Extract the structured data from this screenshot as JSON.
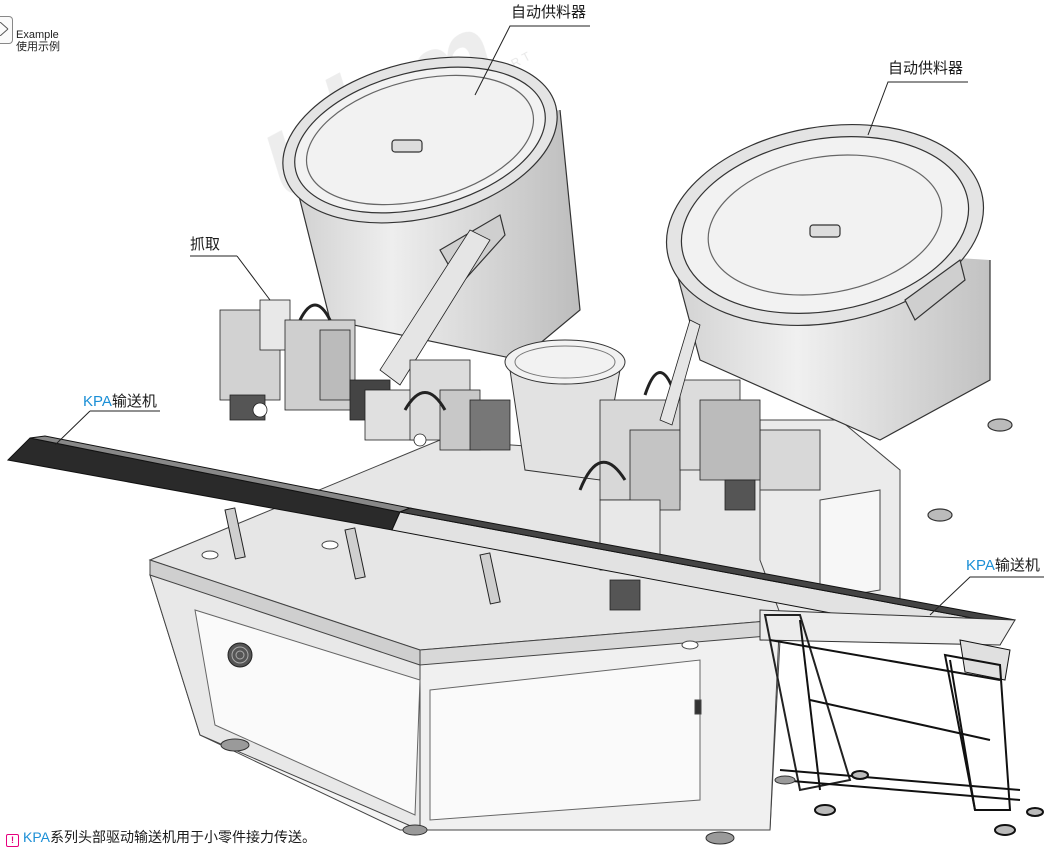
{
  "example": {
    "label_en": "Example",
    "label_zh": "使用示例"
  },
  "callouts": {
    "feeder_left": "自动供料器",
    "feeder_right": "自动供料器",
    "grab": "抓取",
    "conveyor_left_prefix": "KPA",
    "conveyor_left_suffix": "输送机",
    "conveyor_right_prefix": "KPA",
    "conveyor_right_suffix": "输送机"
  },
  "footnote": {
    "icon": "exclamation-note-icon",
    "prefix": "KPA",
    "text": "系列头部驱动输送机用于小零件接力传送。"
  },
  "watermark": {
    "tagline": "AUTOMATION EXPERT"
  },
  "colors": {
    "accent_blue": "#1b8fd6",
    "note_magenta": "#e6007e",
    "line_gray": "#333333"
  }
}
